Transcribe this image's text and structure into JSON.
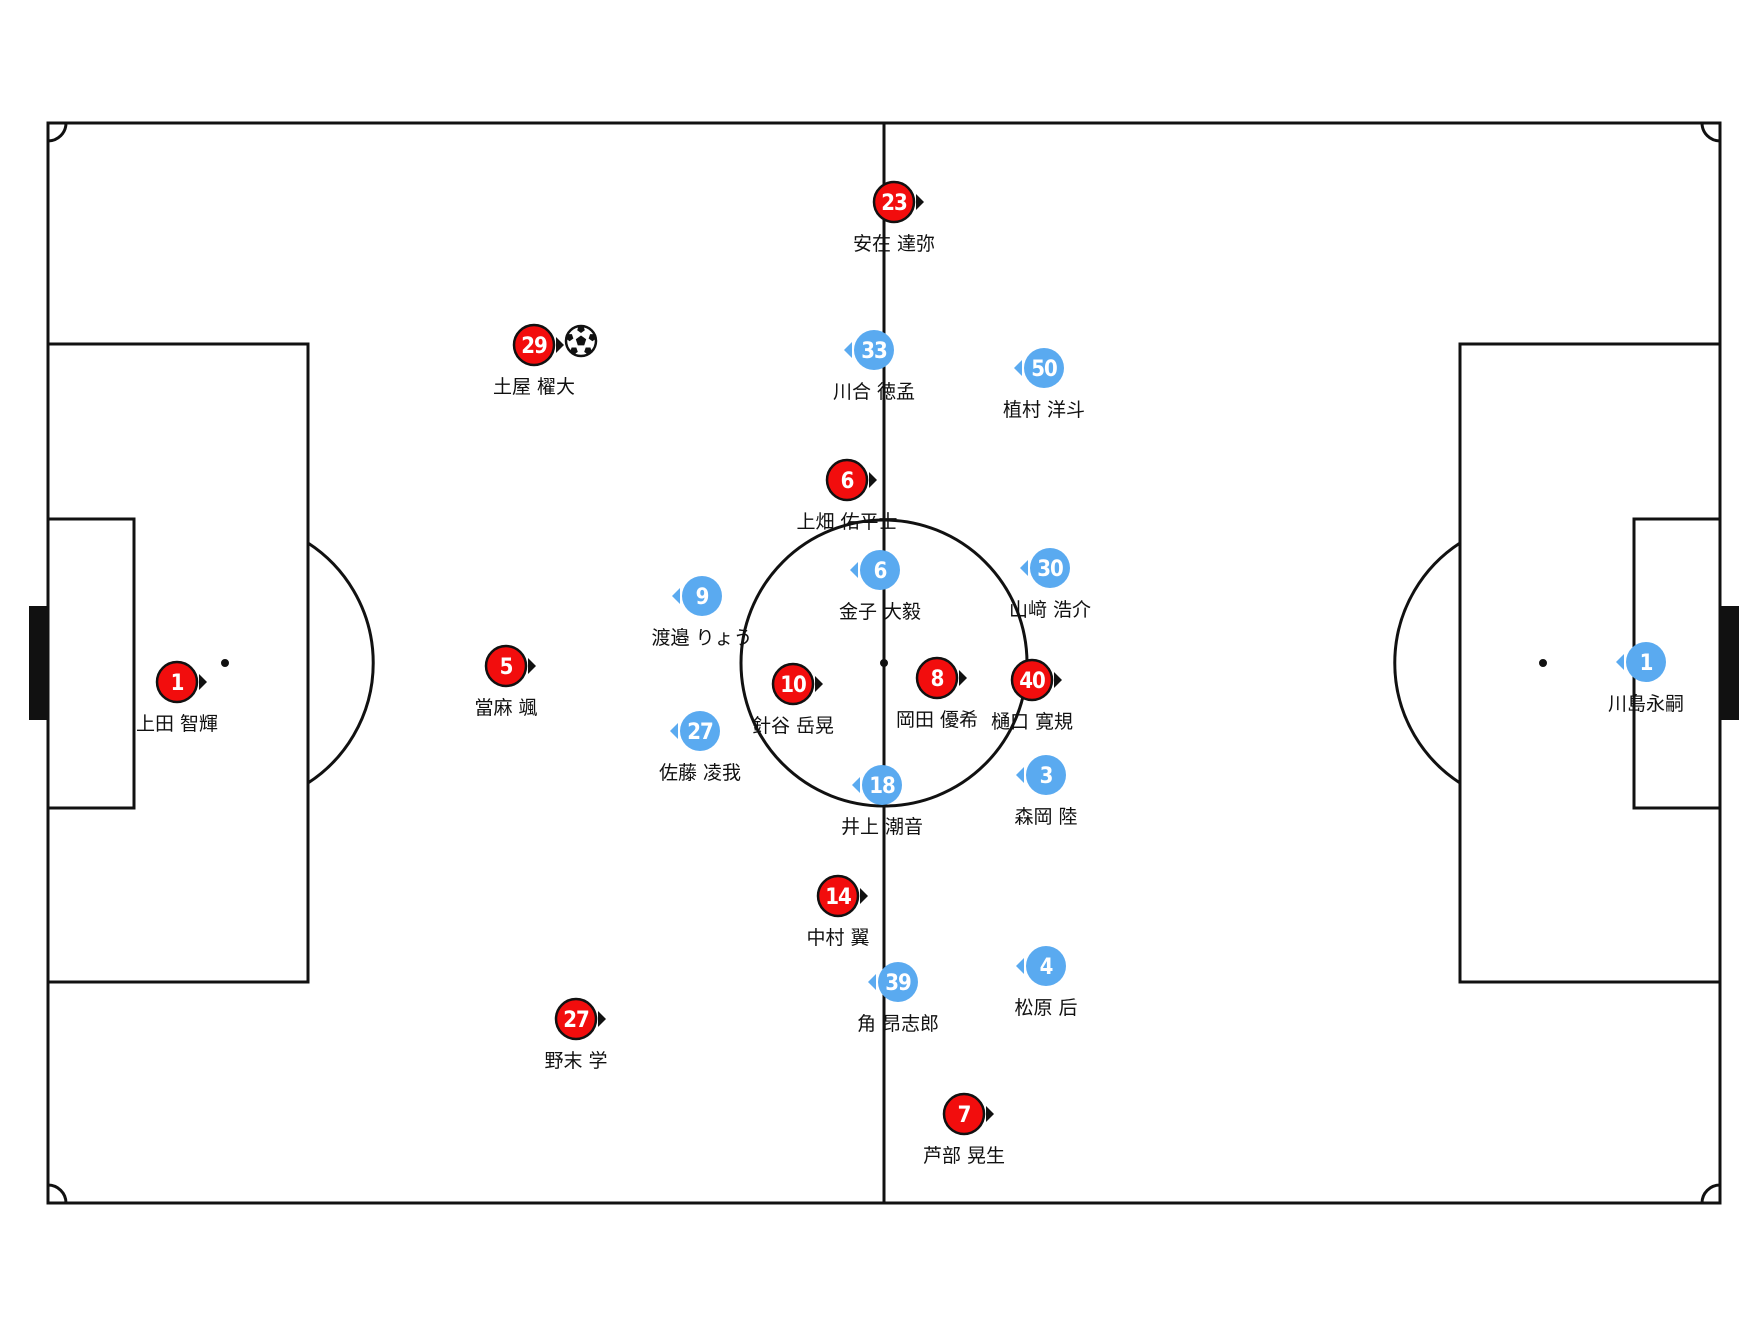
{
  "colors": {
    "home": "#f20d0d",
    "away": "#5aaaf0",
    "line": "#111111",
    "pitch": "#ffffff"
  },
  "ball_icon": "soccer-ball-icon",
  "players": [
    {
      "team": "home",
      "number": "1",
      "name": "上田 智輝",
      "dir": "right"
    },
    {
      "team": "home",
      "number": "5",
      "name": "當麻 颯",
      "dir": "right"
    },
    {
      "team": "home",
      "number": "29",
      "name": "土屋 櫂大",
      "dir": "right",
      "ball": true
    },
    {
      "team": "home",
      "number": "27",
      "name": "野末 学",
      "dir": "right"
    },
    {
      "team": "home",
      "number": "23",
      "name": "安在 達弥",
      "dir": "right"
    },
    {
      "team": "home",
      "number": "6",
      "name": "上畑 佑平士",
      "dir": "right"
    },
    {
      "team": "home",
      "number": "10",
      "name": "針谷 岳晃",
      "dir": "right"
    },
    {
      "team": "home",
      "number": "8",
      "name": "岡田 優希",
      "dir": "right"
    },
    {
      "team": "home",
      "number": "40",
      "name": "樋口 寛規",
      "dir": "right"
    },
    {
      "team": "home",
      "number": "14",
      "name": "中村 翼",
      "dir": "right"
    },
    {
      "team": "home",
      "number": "7",
      "name": "芦部 晃生",
      "dir": "right"
    },
    {
      "team": "away",
      "number": "1",
      "name": "川島永嗣",
      "dir": "left"
    },
    {
      "team": "away",
      "number": "33",
      "name": "川合 徳孟",
      "dir": "left"
    },
    {
      "team": "away",
      "number": "50",
      "name": "植村 洋斗",
      "dir": "left"
    },
    {
      "team": "away",
      "number": "6",
      "name": "金子 大毅",
      "dir": "left"
    },
    {
      "team": "away",
      "number": "30",
      "name": "山﨑 浩介",
      "dir": "left"
    },
    {
      "team": "away",
      "number": "9",
      "name": "渡邉 りょう",
      "dir": "left"
    },
    {
      "team": "away",
      "number": "27",
      "name": "佐藤 凌我",
      "dir": "left"
    },
    {
      "team": "away",
      "number": "18",
      "name": "井上 潮音",
      "dir": "left"
    },
    {
      "team": "away",
      "number": "3",
      "name": "森岡 陸",
      "dir": "left"
    },
    {
      "team": "away",
      "number": "39",
      "name": "角 昂志郎",
      "dir": "left"
    },
    {
      "team": "away",
      "number": "4",
      "name": "松原 后",
      "dir": "left"
    }
  ]
}
